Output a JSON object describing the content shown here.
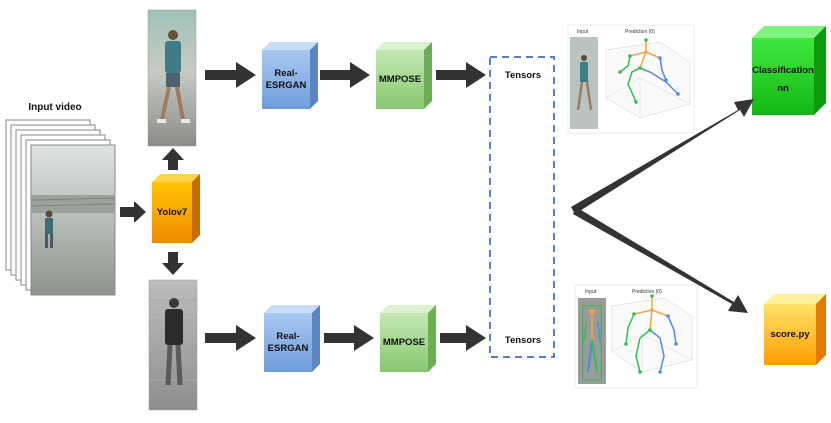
{
  "input_label": "Input video",
  "detector": {
    "label": "Yolov7",
    "color": "#f5a300"
  },
  "upscaler": {
    "label_line1": "Real-",
    "label_line2": "ESRGAN",
    "color": "#7aa8e0"
  },
  "pose": {
    "label": "MMPOSE",
    "color": "#8fcf7a"
  },
  "tensors": {
    "top": "Tensors",
    "bottom": "Tensors",
    "border_color": "#5b7fb8"
  },
  "viz": {
    "input_caption": "Input",
    "prediction_caption": "Prediction (0)"
  },
  "classifier": {
    "label_line1": "Classification",
    "label_line2": "nn",
    "color": "#22cc22"
  },
  "scorer": {
    "label": "score.py",
    "color": "#ffd000"
  },
  "arrow_color": "#333333"
}
